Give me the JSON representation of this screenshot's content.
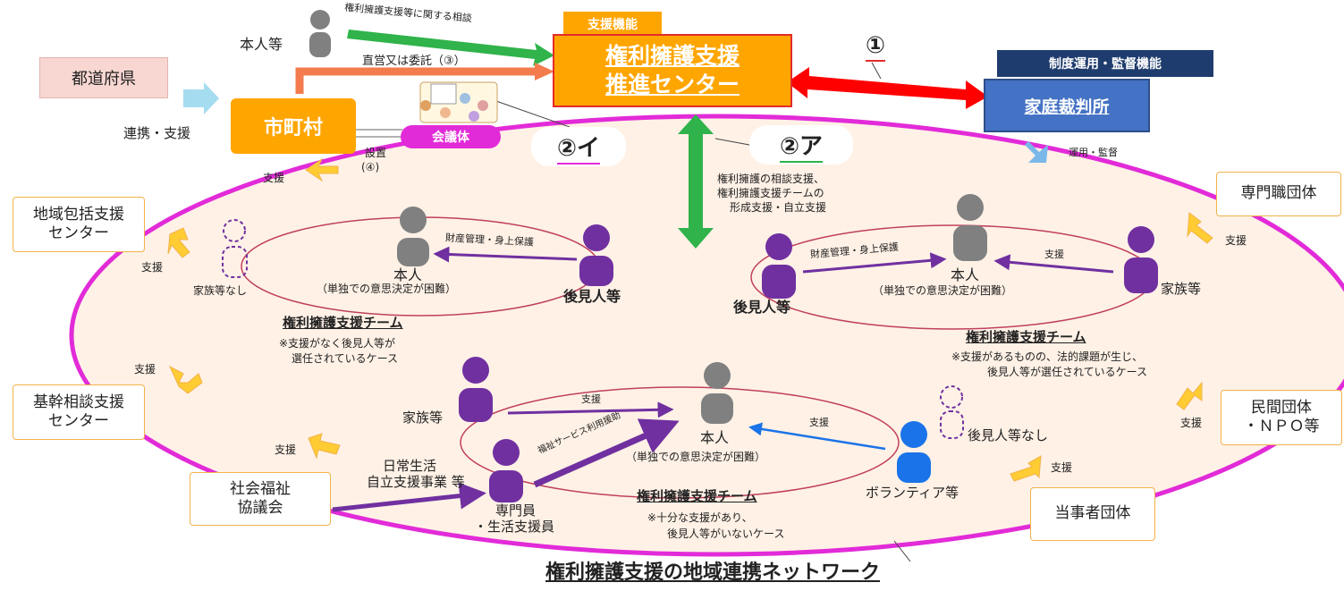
{
  "top": {
    "honnin_label": "本人等",
    "consult_label": "権利擁護支援等に関する相談",
    "direct_label": "直営又は委託（③）",
    "support_function_tag": "支援機能",
    "center_line1": "権利擁護支援",
    "center_line2": "推進センター",
    "circle_one": "①",
    "oversight_tag": "制度運用・監督機能",
    "court": "家庭裁判所",
    "court_note": "運用・監督",
    "prefecture": "都道府県",
    "pref_support": "連携・支援",
    "municipality": "市町村",
    "council": "会議体",
    "setup_label_1": "設置",
    "setup_label_2": "(④)",
    "badge_2i": "②イ",
    "badge_2a": "②ア",
    "center_support_1": "権利擁護の相談支援、",
    "center_support_2": "権利擁護支援チームの",
    "center_support_3": "形成支援・自立支援"
  },
  "orgs": {
    "chiiki_1": "地域包括支援",
    "chiiki_2": "センター",
    "kikan_1": "基幹相談支援",
    "kikan_2": "センター",
    "shakyo_1": "社会福祉",
    "shakyo_2": "協議会",
    "senmon": "専門職団体",
    "minkan_1": "民間団体",
    "minkan_2": "・ＮＰＯ等",
    "tojisha": "当事者団体"
  },
  "support_labels": [
    "支援",
    "支援",
    "支援",
    "支援",
    "支援",
    "支援",
    "支援"
  ],
  "team_left": {
    "no_family": "家族等なし",
    "person": "本人",
    "person_sub": "（単独での意思決定が困難）",
    "guardian": "後見人等",
    "arrow_label": "財産管理・身上保護",
    "title": "権利擁護支援チーム",
    "note_1": "※支援がなく後見人等が",
    "note_2": "選任されているケース"
  },
  "team_right": {
    "guardian": "後見人等",
    "person": "本人",
    "person_sub": "（単独での意思決定が困難）",
    "family": "家族等",
    "arrow_label": "財産管理・身上保護",
    "family_arrow": "支援",
    "title": "権利擁護支援チーム",
    "note_1": "※支援があるものの、法的課題が生じ、",
    "note_2": "後見人等が選任されているケース"
  },
  "team_bottom": {
    "family": "家族等",
    "family_arrow": "支援",
    "staff_1": "専門員",
    "staff_2": "・生活支援員",
    "welfare_arrow": "福祉サービス利用援助",
    "daily_1": "日常生活",
    "daily_2": "自立支援事業 等",
    "person": "本人",
    "person_sub": "（単独での意思決定が困難）",
    "volunteer": "ボランティア等",
    "volunteer_arrow": "支援",
    "no_guardian": "後見人等なし",
    "title": "権利擁護支援チーム",
    "note_1": "※十分な支援があり、",
    "note_2": "後見人等がいないケース"
  },
  "footer": {
    "title": "権利擁護支援の地域連携ネットワーク"
  },
  "colors": {
    "ring": "#e22bd8",
    "orange": "#ffa500",
    "purple": "#7030a0",
    "gray": "#808080",
    "green": "#2fb34a",
    "red": "#ff0000",
    "blue": "#4472c4",
    "volunteer": "#1a73e8",
    "team_ring": "#c0405c"
  }
}
